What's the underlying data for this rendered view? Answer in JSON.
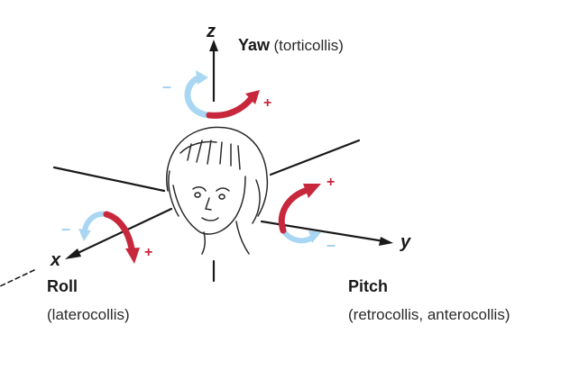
{
  "axes": {
    "z_label": "z",
    "x_label": "x",
    "y_label": "y"
  },
  "yaw": {
    "title": "Yaw",
    "subtitle": "(torticollis)",
    "plus": "+",
    "minus": "–"
  },
  "roll": {
    "title": "Roll",
    "subtitle": "(laterocollis)",
    "plus": "+",
    "minus": "–"
  },
  "pitch": {
    "title": "Pitch",
    "subtitle": "(retrocollis, anterocollis)",
    "plus": "+",
    "minus": "–"
  },
  "colors": {
    "positive": "#c8283c",
    "negative": "#a9d6f2",
    "axis": "#1a1a1a"
  }
}
